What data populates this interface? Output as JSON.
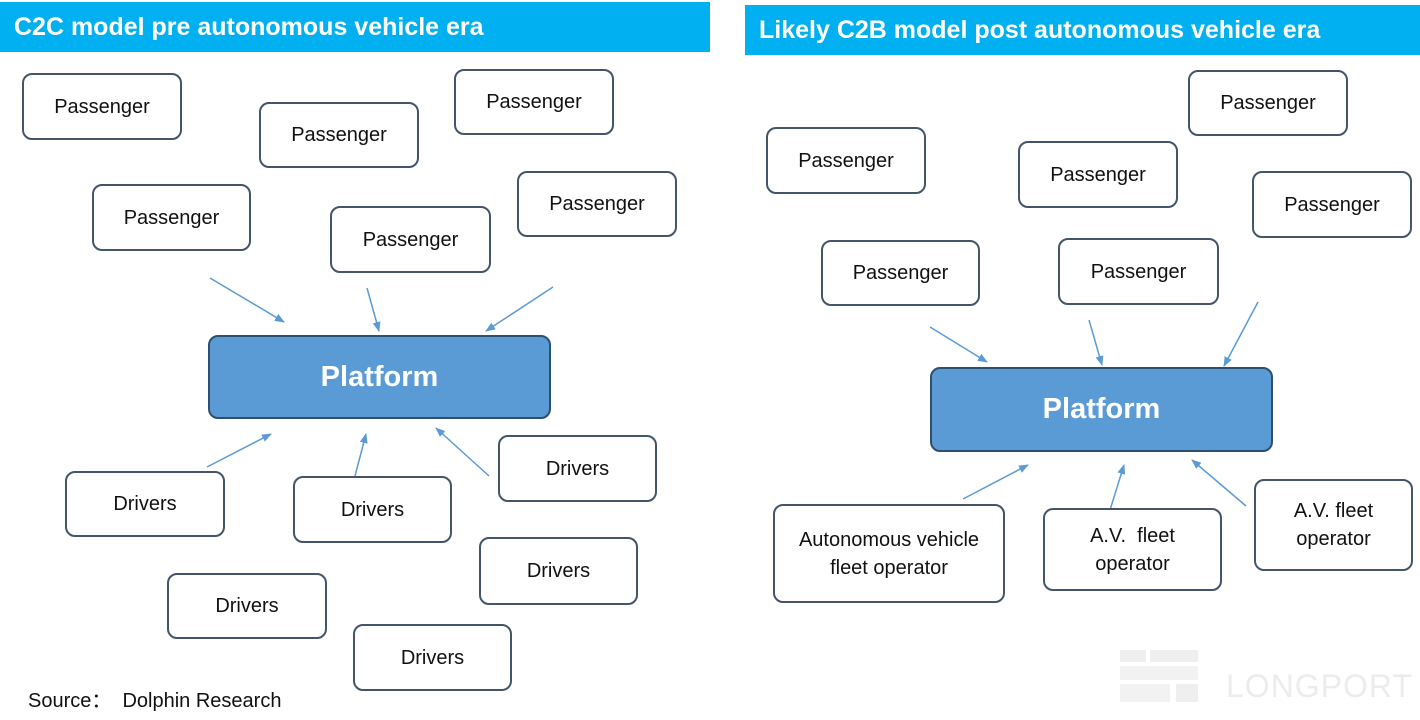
{
  "left_panel": {
    "title": "C2C model pre autonomous vehicle era",
    "passengers": [
      "Passenger",
      "Passenger",
      "Passenger",
      "Passenger",
      "Passenger",
      "Passenger"
    ],
    "platform": "Platform",
    "drivers": [
      "Drivers",
      "Drivers",
      "Drivers",
      "Drivers",
      "Drivers",
      "Drivers"
    ]
  },
  "right_panel": {
    "title": "Likely C2B model post autonomous vehicle era",
    "passengers": [
      "Passenger",
      "Passenger",
      "Passenger",
      "Passenger",
      "Passenger",
      "Passenger"
    ],
    "platform": "Platform",
    "operators": [
      "Autonomous vehicle fleet operator",
      "A.V.  fleet operator",
      "A.V. fleet operator"
    ]
  },
  "source": "Source：  Dolphin Research",
  "watermark": "LONGPORT",
  "colors": {
    "banner": "#00b0f0",
    "platform_fill": "#5b9bd5",
    "arrow": "#5b9bd5",
    "node_border": "#44546a"
  }
}
